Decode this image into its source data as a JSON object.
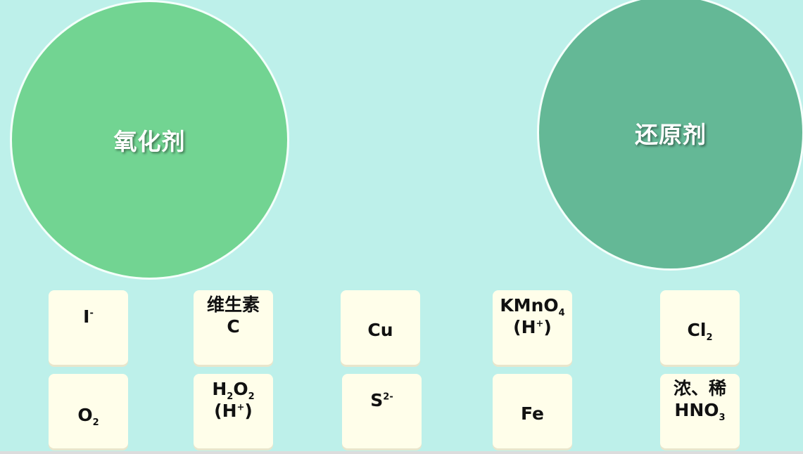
{
  "circles": {
    "oxidant": "氧化剂",
    "reductant": "还原剂"
  },
  "cards": [
    {
      "main": "I",
      "sup": "-"
    },
    {
      "line1": "维生素",
      "line2": "C"
    },
    {
      "main": "Cu"
    },
    {
      "a": "KMnO",
      "a_sub": "4",
      "b": "(H",
      "b_sup": "+",
      "b_end": ")"
    },
    {
      "main": "Cl",
      "sub": "2"
    },
    {
      "main": "O",
      "sub": "2"
    },
    {
      "a": "H",
      "a_sub": "2",
      "a2": "O",
      "a2_sub": "2",
      "b": "(H",
      "b_sup": "+",
      "b_end": ")"
    },
    {
      "main": "S",
      "sup": "2-"
    },
    {
      "main": "Fe"
    },
    {
      "line1": "浓、稀",
      "line2": "HNO",
      "line2_sub": "3"
    }
  ],
  "colors": {
    "background": "#bdf0ea",
    "oxidant_circle": "#72d492",
    "reductant_circle": "#64b896",
    "card": "#fffeea"
  }
}
